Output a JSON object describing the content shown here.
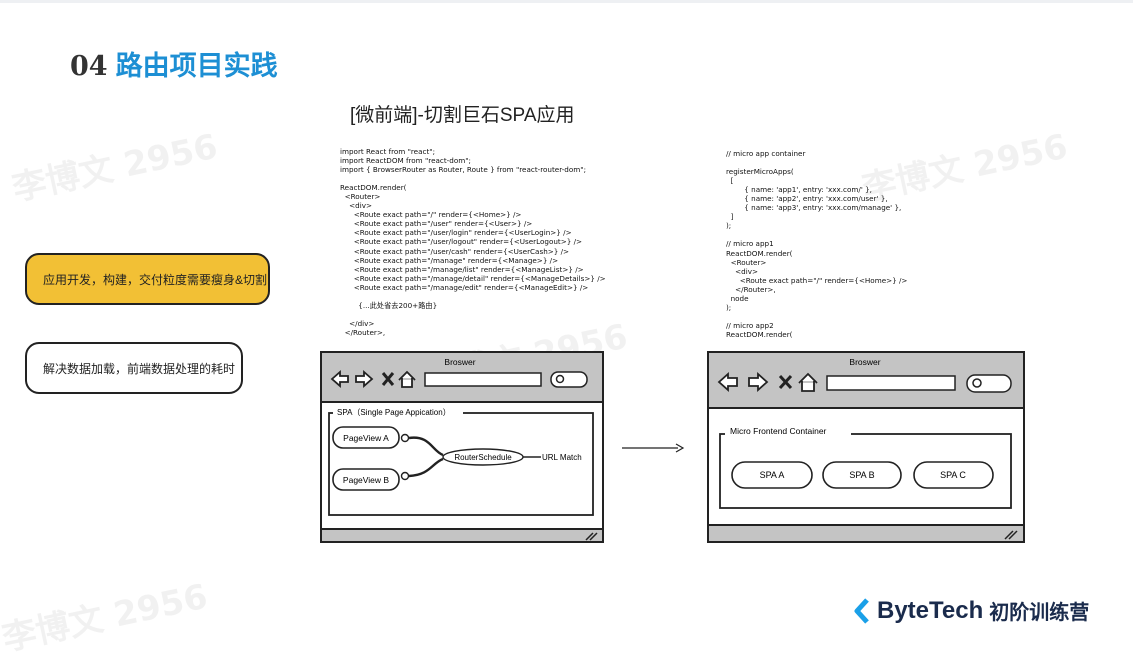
{
  "slide": {
    "number": "04",
    "title": "路由项目实践"
  },
  "subtitle": "[微前端]-切割巨石SPA应用",
  "notes": [
    "应用开发，构建，交付粒度需要瘦身&切割",
    "解决数据加载，前端数据处理的耗时"
  ],
  "code_left": [
    "import React from \"react\";",
    "import ReactDOM from \"react-dom\";",
    "import { BrowserRouter as Router, Route } from \"react-router-dom\";",
    "",
    "ReactDOM.render(",
    "  <Router>",
    "    <div>",
    "      <Route exact path=\"/\" render={<Home>} />",
    "      <Route exact path=\"/user\" render={<User>} />",
    "      <Route exact path=\"/user/login\" render={<UserLogin>} />",
    "      <Route exact path=\"/user/logout\" render={<UserLogout>} />",
    "      <Route exact path=\"/user/cash\" render={<UserCash>} />",
    "      <Route exact path=\"/manage\" render={<Manage>} />",
    "      <Route exact path=\"/manage/list\" render={<ManageList>} />",
    "      <Route exact path=\"/manage/detail\" render={<ManageDetails>} />",
    "      <Route exact path=\"/manage/edit\" render={<ManageEdit>} />",
    "",
    "        {...此处省去200+路由}",
    "",
    "    </div>",
    "  </Router>,"
  ],
  "code_right": [
    "// micro app container",
    "",
    "registerMicroApps(",
    "  [",
    "        { name: 'app1', entry: 'xxx.com/' },",
    "        { name: 'app2', entry: 'xxx.com/user' },",
    "        { name: 'app3', entry: 'xxx.com/manage' },",
    "  ]",
    ");",
    "",
    "// micro app1",
    "ReactDOM.render(",
    "  <Router>",
    "    <div>",
    "      <Route exact path=\"/\" render={<Home>} />",
    "    </Router>,",
    "  node",
    ");",
    "",
    "// micro app2",
    "ReactDOM.render("
  ],
  "browser_left": {
    "title": "Broswer",
    "container_label": "SPA（Single Page Appication）",
    "page_a": "PageView A",
    "page_b": "PageView B",
    "router": "RouterSchedule",
    "url_match": "URL Match"
  },
  "browser_right": {
    "title": "Broswer",
    "container_label": "Micro Frontend Container",
    "spas": [
      "SPA A",
      "SPA B",
      "SPA C"
    ]
  },
  "watermark": "李博文 2956",
  "brand": {
    "name": "ByteTech",
    "sub": "初阶训练营"
  },
  "colors": {
    "title_blue": "#1d8fd4",
    "note_yellow": "#f2c035",
    "browser_bar": "#c4c4c4"
  }
}
